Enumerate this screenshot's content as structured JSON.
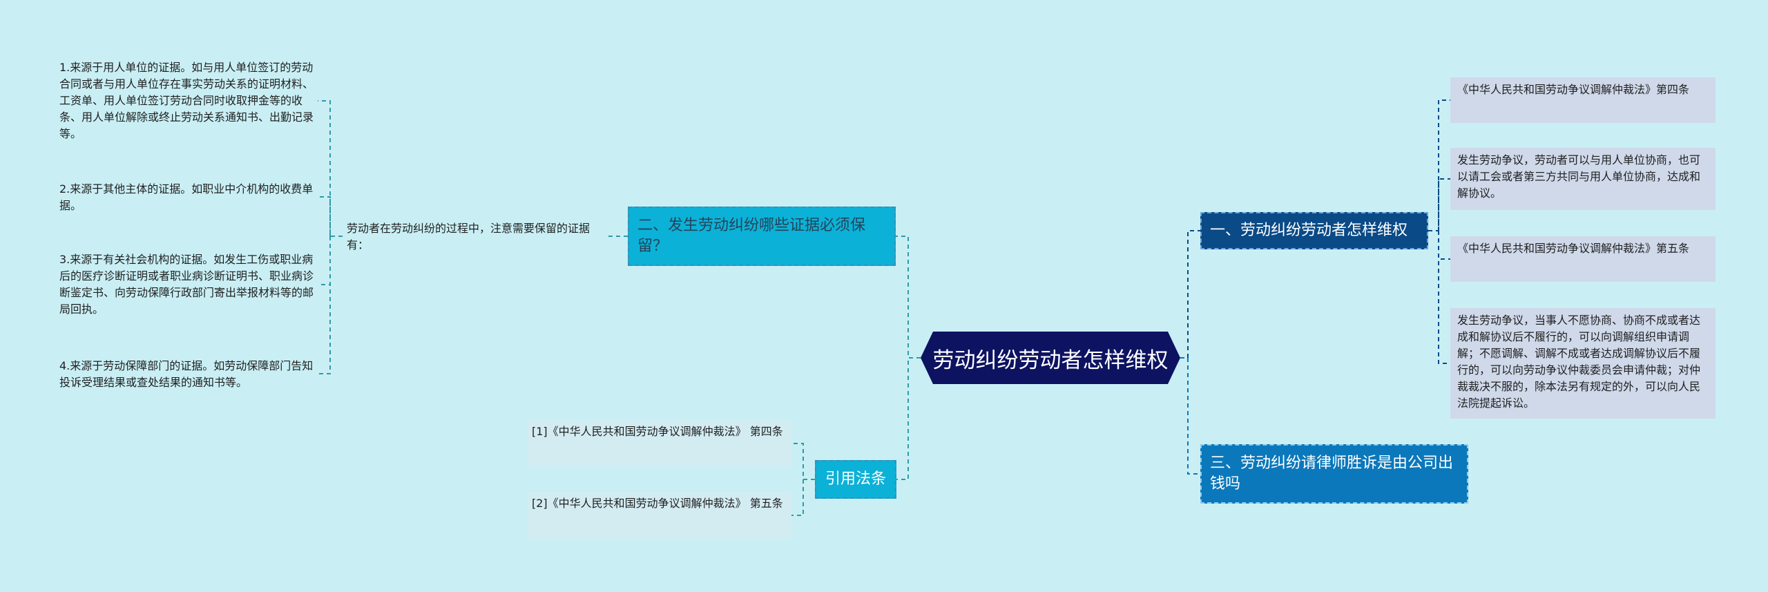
{
  "colors": {
    "background": "#c9eff5",
    "center": "#0d1361",
    "branch_dark": "#0a4a86",
    "branch_blue": "#0b78bb",
    "branch_cyan": "#0cb1d7",
    "leaf_right": "#cfd9ea",
    "leaf_cite": "#d3ecf2",
    "connector": "#2f9aa6"
  },
  "center": {
    "label": "劳动纠纷劳动者怎样维权"
  },
  "right": {
    "branch1": {
      "label": "一、劳动纠纷劳动者怎样维权",
      "leaves": [
        "《中华人民共和国劳动争议调解仲裁法》第四条",
        "发生劳动争议，劳动者可以与用人单位协商，也可以请工会或者第三方共同与用人单位协商，达成和解协议。",
        "《中华人民共和国劳动争议调解仲裁法》第五条",
        "发生劳动争议，当事人不愿协商、协商不成或者达成和解协议后不履行的，可以向调解组织申请调解；不愿调解、调解不成或者达成调解协议后不履行的，可以向劳动争议仲裁委员会申请仲裁；对仲裁裁决不服的，除本法另有规定的外，可以向人民法院提起诉讼。"
      ]
    },
    "branch3": {
      "label": "三、劳动纠纷请律师胜诉是由公司出钱吗"
    }
  },
  "left": {
    "branch2": {
      "label": "二、发生劳动纠纷哪些证据必须保留？",
      "mid": "劳动者在劳动纠纷的过程中，注意需要保留的证据有：",
      "leaves": [
        "1.来源于用人单位的证据。如与用人单位签订的劳动合同或者与用人单位存在事实劳动关系的证明材料、工资单、用人单位签订劳动合同时收取押金等的收条、用人单位解除或终止劳动关系通知书、出勤记录等。",
        "2.来源于其他主体的证据。如职业中介机构的收费单据。",
        "3.来源于有关社会机构的证据。如发生工伤或职业病后的医疗诊断证明或者职业病诊断证明书、职业病诊断鉴定书、向劳动保障行政部门寄出举报材料等的邮局回执。",
        "4.来源于劳动保障部门的证据。如劳动保障部门告知投诉受理结果或查处结果的通知书等。"
      ]
    },
    "branch4": {
      "label": "引用法条",
      "leaves": [
        "[1]《中华人民共和国劳动争议调解仲裁法》 第四条",
        "[2]《中华人民共和国劳动争议调解仲裁法》 第五条"
      ]
    }
  }
}
